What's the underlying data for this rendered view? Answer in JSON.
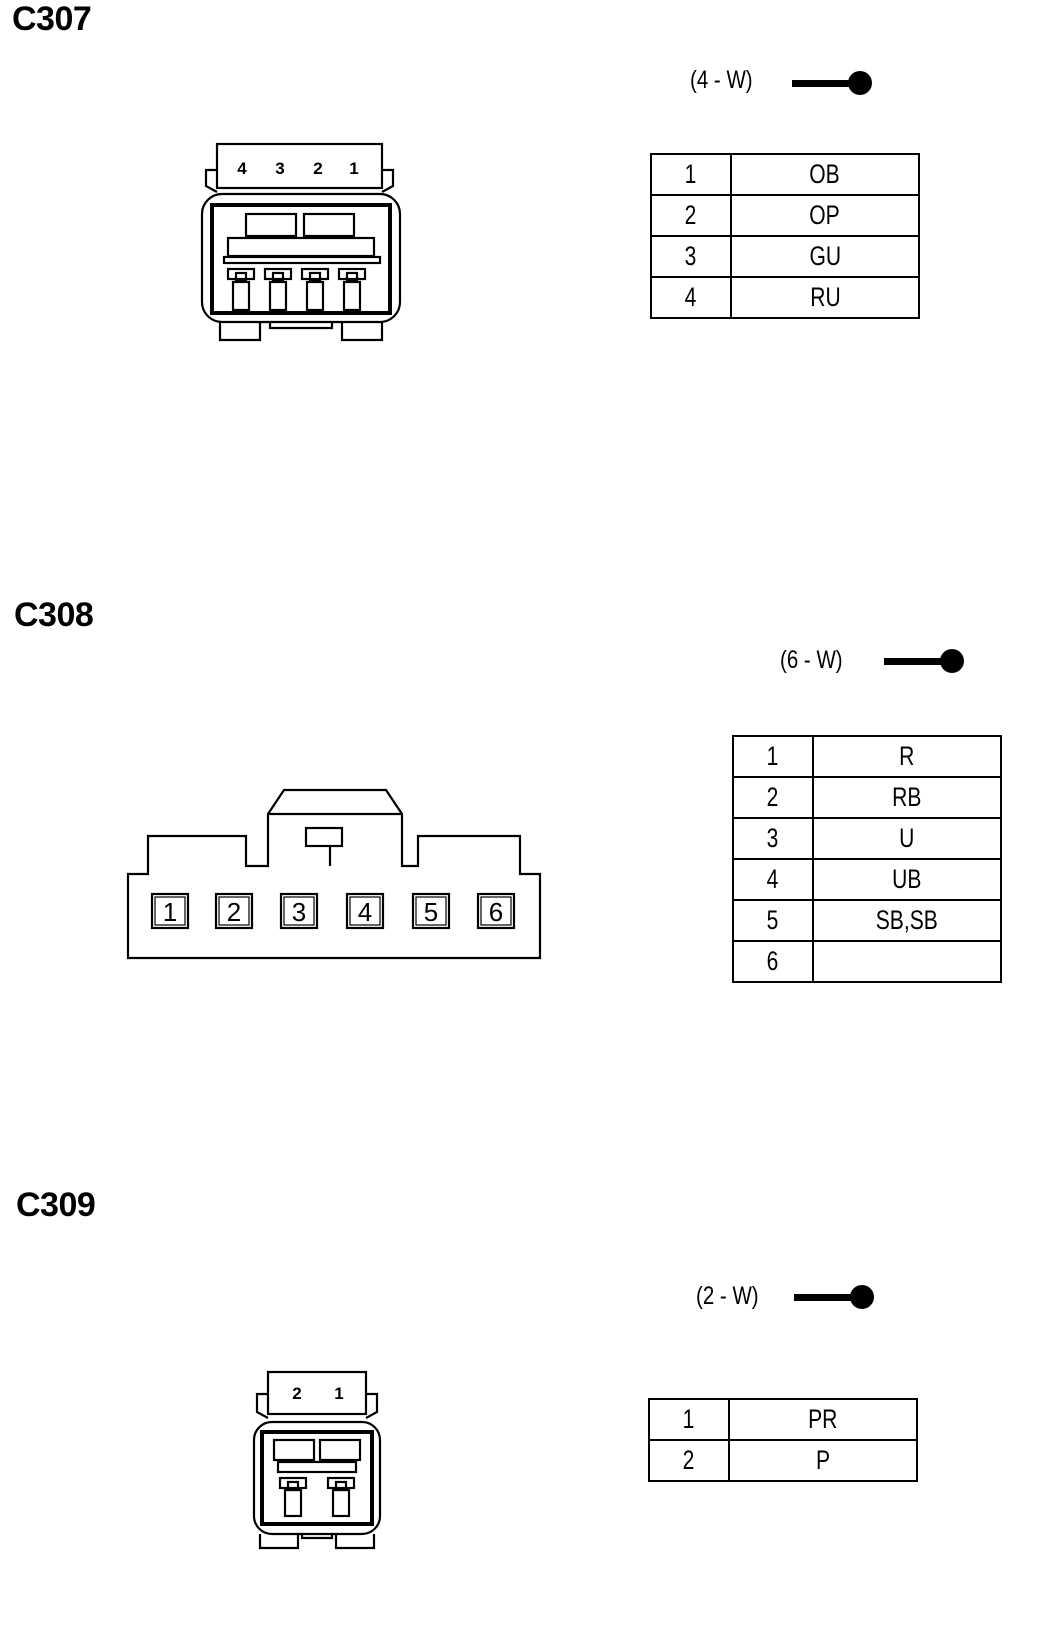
{
  "connectors": [
    {
      "id": "C307",
      "wire_count": "(4 - W)",
      "face_numbers": [
        "4",
        "3",
        "2",
        "1"
      ],
      "pins": [
        {
          "pin": "1",
          "color": "OB"
        },
        {
          "pin": "2",
          "color": "OP"
        },
        {
          "pin": "3",
          "color": "GU"
        },
        {
          "pin": "4",
          "color": "RU"
        }
      ]
    },
    {
      "id": "C308",
      "wire_count": "(6 - W)",
      "face_numbers": [
        "1",
        "2",
        "3",
        "4",
        "5",
        "6"
      ],
      "pins": [
        {
          "pin": "1",
          "color": "R"
        },
        {
          "pin": "2",
          "color": "RB"
        },
        {
          "pin": "3",
          "color": "U"
        },
        {
          "pin": "4",
          "color": "UB"
        },
        {
          "pin": "5",
          "color": "SB,SB"
        },
        {
          "pin": "6",
          "color": ""
        }
      ]
    },
    {
      "id": "C309",
      "wire_count": "(2 - W)",
      "face_numbers": [
        "2",
        "1"
      ],
      "pins": [
        {
          "pin": "1",
          "color": "PR"
        },
        {
          "pin": "2",
          "color": "P"
        }
      ]
    }
  ]
}
